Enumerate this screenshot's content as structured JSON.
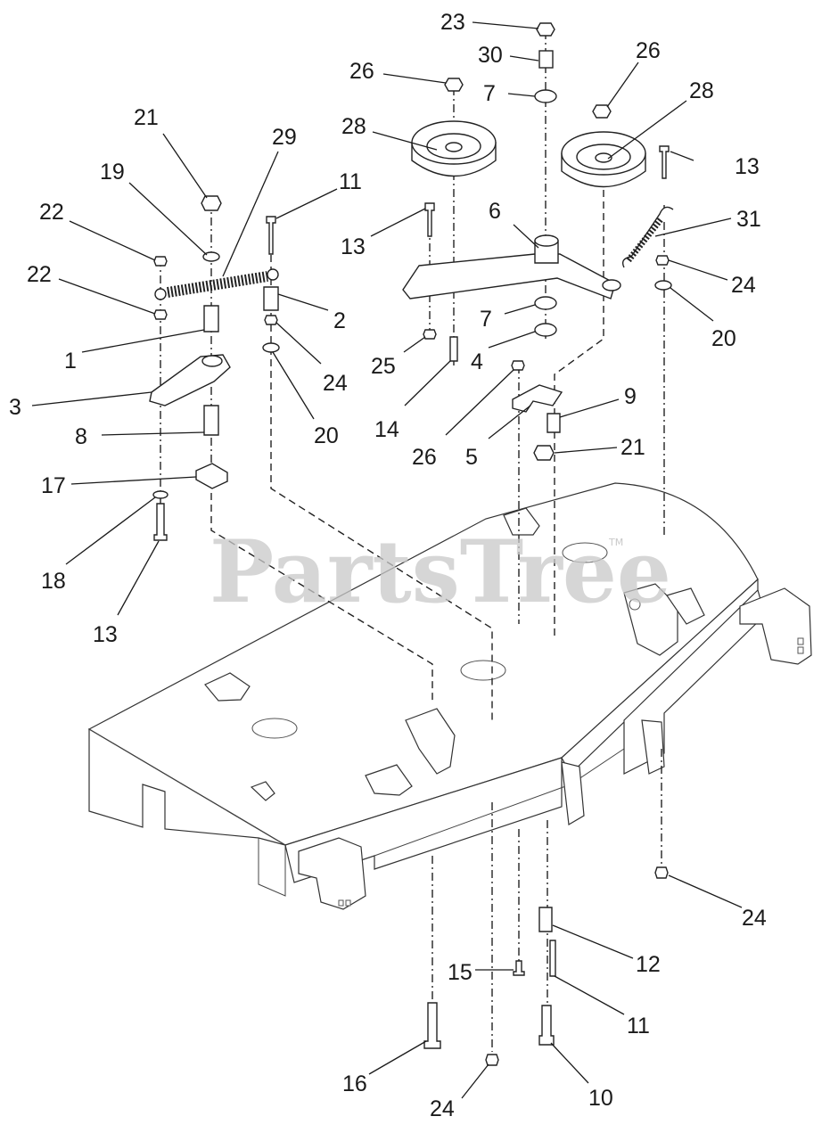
{
  "watermark": {
    "text": "PartsTree",
    "tm": "TM"
  },
  "callouts": [
    {
      "label": "23"
    },
    {
      "label": "30"
    },
    {
      "label": "26"
    },
    {
      "label": "26"
    },
    {
      "label": "7"
    },
    {
      "label": "28"
    },
    {
      "label": "28"
    },
    {
      "label": "21"
    },
    {
      "label": "29"
    },
    {
      "label": "19"
    },
    {
      "label": "11"
    },
    {
      "label": "13"
    },
    {
      "label": "22"
    },
    {
      "label": "22"
    },
    {
      "label": "13"
    },
    {
      "label": "6"
    },
    {
      "label": "31"
    },
    {
      "label": "2"
    },
    {
      "label": "24"
    },
    {
      "label": "1"
    },
    {
      "label": "7"
    },
    {
      "label": "20"
    },
    {
      "label": "25"
    },
    {
      "label": "4"
    },
    {
      "label": "24"
    },
    {
      "label": "3"
    },
    {
      "label": "20"
    },
    {
      "label": "14"
    },
    {
      "label": "9"
    },
    {
      "label": "8"
    },
    {
      "label": "26"
    },
    {
      "label": "5"
    },
    {
      "label": "21"
    },
    {
      "label": "17"
    },
    {
      "label": "18"
    },
    {
      "label": "13"
    },
    {
      "label": "24"
    },
    {
      "label": "12"
    },
    {
      "label": "15"
    },
    {
      "label": "11"
    },
    {
      "label": "16"
    },
    {
      "label": "10"
    },
    {
      "label": "24"
    }
  ]
}
